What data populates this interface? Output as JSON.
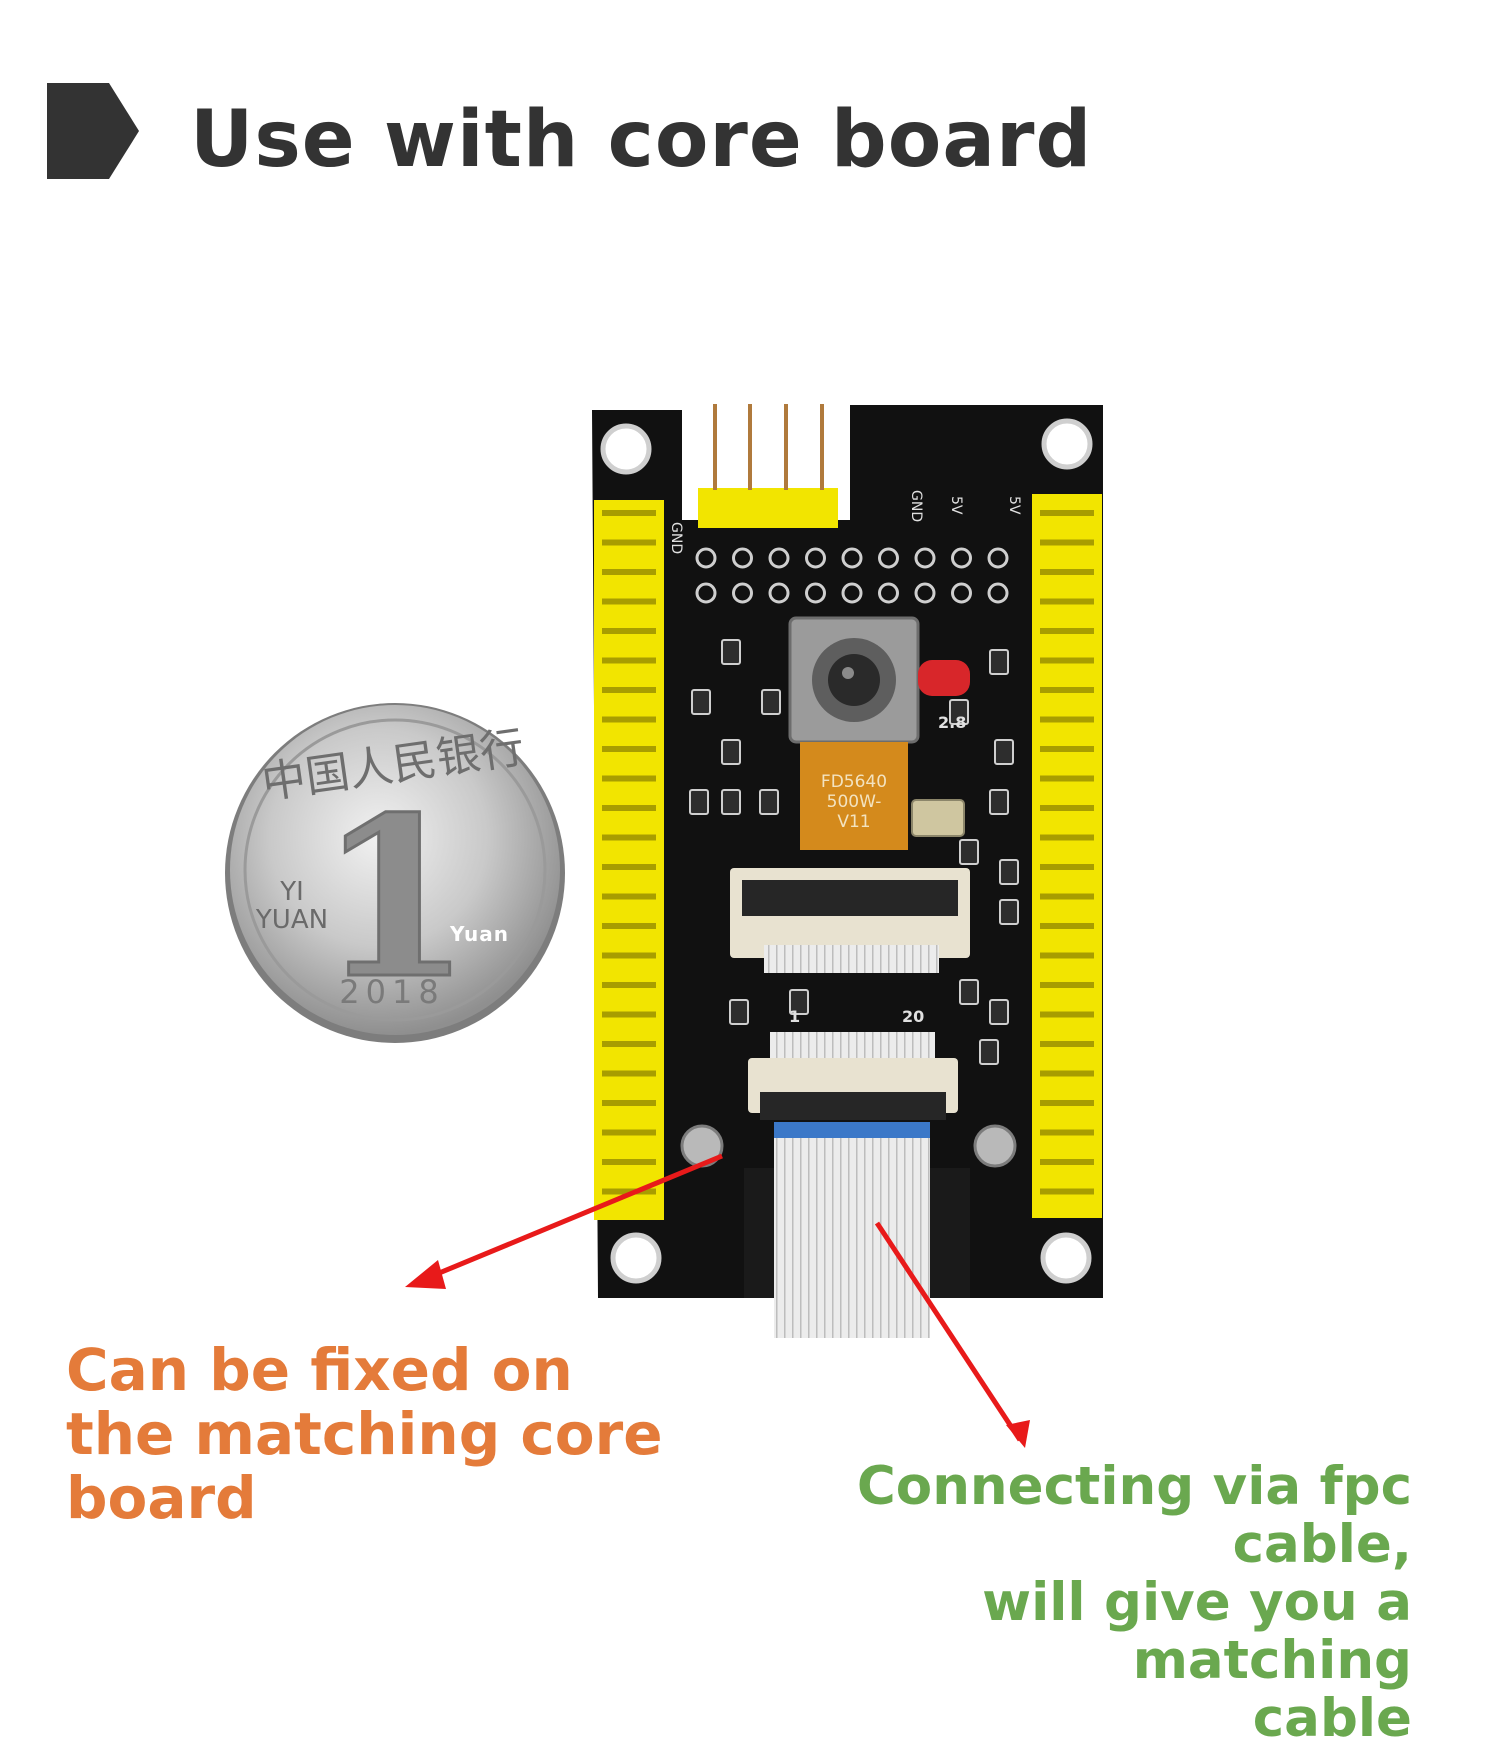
{
  "header": {
    "title": "Use with core board",
    "marker_color": "#333333"
  },
  "photo": {
    "coin": {
      "top_legend": "中国人民银行",
      "numeral": "1",
      "pinyin_line1": "YI",
      "pinyin_line2": "YUAN",
      "year": "2018",
      "watermark": "Yuan"
    },
    "board": {
      "camera_label_lines": [
        "FD5640",
        "500W-",
        "V11"
      ],
      "pin_label_1": "1",
      "pin_label_20": "20",
      "voltage_label": "2.8",
      "silkscreen": [
        "GND",
        "GND",
        "5V",
        "5V"
      ]
    }
  },
  "captions": {
    "left": "Can be fixed on the matching core board",
    "right_line1": "Connecting via fpc cable",
    "right_comma": ",",
    "right_line2": "will give you a matching",
    "right_line3": "cable"
  },
  "colors": {
    "left_caption": "#E47B3A",
    "right_caption": "#6AA84F",
    "arrow": "#E81A1A",
    "pcb": "#111111",
    "header_pins": "#F2E500"
  }
}
